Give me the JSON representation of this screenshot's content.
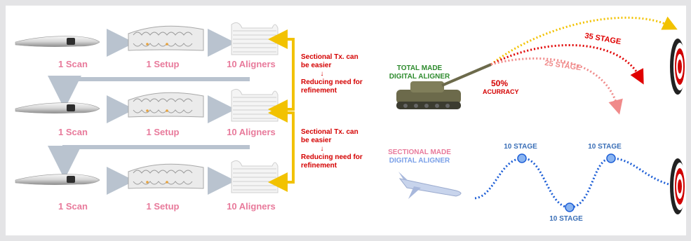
{
  "workflow": {
    "rows": [
      {
        "scan": "1 Scan",
        "setup": "1 Setup",
        "aligners": "10 Aligners"
      },
      {
        "scan": "1 Scan",
        "setup": "1 Setup",
        "aligners": "10 Aligners"
      },
      {
        "scan": "1 Scan",
        "setup": "1 Setup",
        "aligners": "10 Aligners"
      }
    ],
    "notes": [
      {
        "line1": "Sectional Tx. can",
        "line2": "be easier",
        "arrow": "↓",
        "line3": "Reducing need for",
        "line4": "refinement"
      },
      {
        "line1": "Sectional Tx. can",
        "line2": "be easier",
        "arrow": "↓",
        "line3": "Reducing need for",
        "line4": "refinement"
      }
    ]
  },
  "comparison": {
    "total": {
      "title_line1": "TOTAL MADE",
      "title_line2": "DIGITAL ALIGNER",
      "accuracy_pct": "50%",
      "accuracy_label": "ACURRACY",
      "stage_35": "35 STAGE",
      "stage_25": "25 STAGE"
    },
    "sectional": {
      "title_line1": "SECTIONAL MADE",
      "title_line2": "DIGITAL ALIGNER",
      "stage_a": "10 STAGE",
      "stage_b": "10 STAGE",
      "stage_c": "10 STAGE"
    }
  },
  "colors": {
    "pink": "#e87a9b",
    "red": "#d40000",
    "yellow": "#f2c200",
    "blue": "#1e5fd6",
    "grey_arrow": "#b9c3cf"
  }
}
